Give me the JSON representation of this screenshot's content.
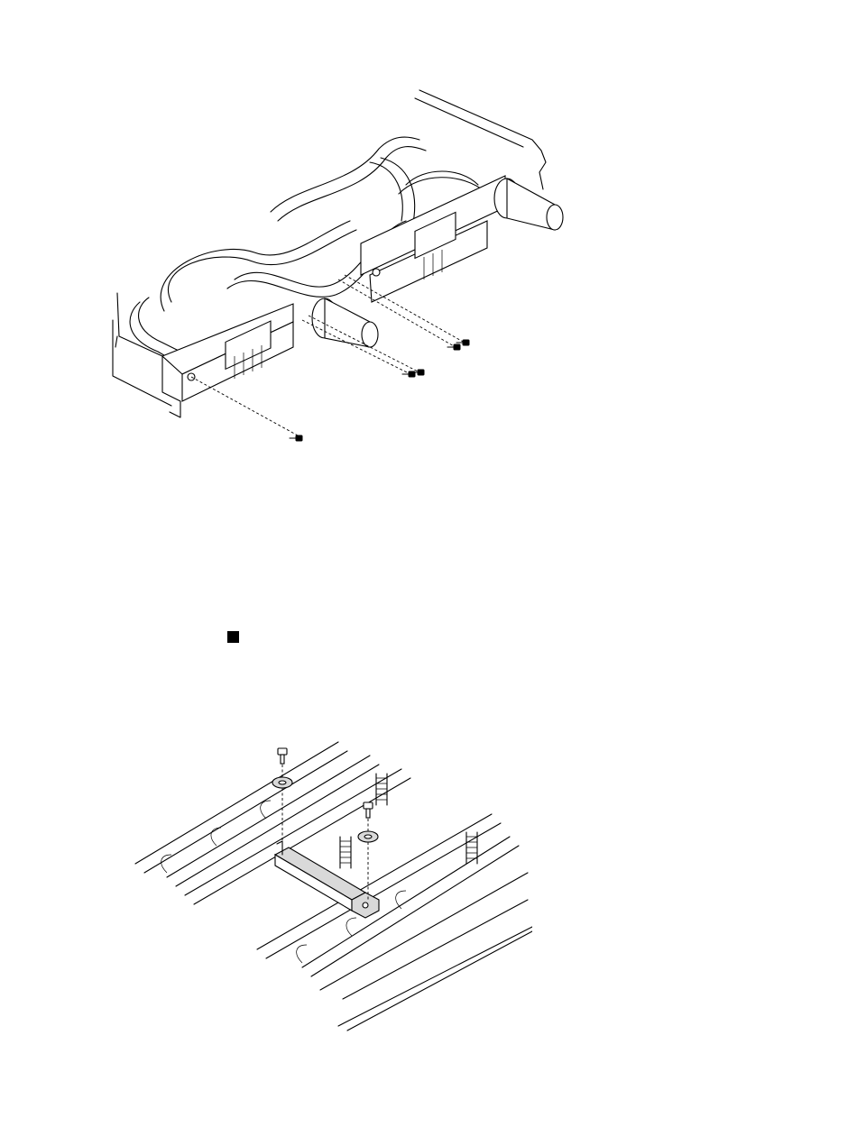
{
  "figures": [
    {
      "illustration": "tray-screws-removal"
    },
    {
      "illustration": "water-loop-bracket-screws"
    }
  ],
  "bullet": {
    "shape": "filled-square",
    "color": "#000000"
  }
}
